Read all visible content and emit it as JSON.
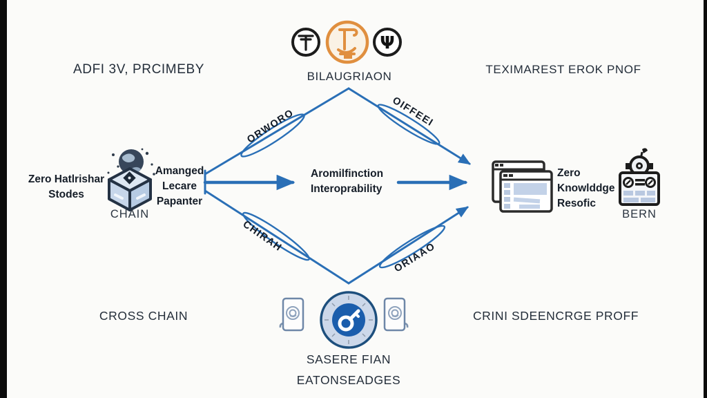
{
  "colors": {
    "arrow_blue": "#2a6fb6",
    "text_dark": "#222c37",
    "orange": "#e08f3f",
    "light_blue": "#c6d3e8",
    "navy_fill": "#1a5dac",
    "black_bar": "#0b0b0b"
  },
  "header": {
    "left_label": "ADFI 3V, PRCIMEBY",
    "center_label": "BILAUGRIAON",
    "right_label": "TEXIMAREST EROK PNOF"
  },
  "coins": {
    "psi_glyph": "Ψ"
  },
  "left_node": {
    "note_line1": "Zero Hatlrishar",
    "note_line2": "Stodes",
    "caption": "CHAIN",
    "param_line1": "Amanged",
    "param_line2": "Lecare",
    "param_line3": "Papanter"
  },
  "center_node": {
    "line1": "Aromilfinction",
    "line2": "Interoprability"
  },
  "right_node": {
    "note_line1": "Zero",
    "note_line2": "Knowlddge",
    "note_line3": "Resofic",
    "caption": "BERN"
  },
  "edge_labels": {
    "top_left": "ORWORO",
    "top_right": "OIFFEEI",
    "bottom_left": "CHIRAH",
    "bottom_right": "ORIAAO"
  },
  "footer": {
    "left_label": "CROSS CHAIN",
    "center_line1": "SASERE FIAN",
    "center_line2": "EATONSEADGES",
    "right_label": "CRINI SDEENCRGE PROFF"
  },
  "icons": {
    "coin_left": "tether-style-coin-icon",
    "coin_center": "orange-scroll-coin-icon",
    "coin_right": "psi-coin-icon",
    "left_node": "globe-cube-blockchain-icon",
    "right_node_browser": "stacked-browser-windows-icon",
    "right_node_machine": "gear-machine-panel-icon",
    "bottom_center": "security-dial-icon",
    "bottom_side": "document-seal-icon"
  }
}
